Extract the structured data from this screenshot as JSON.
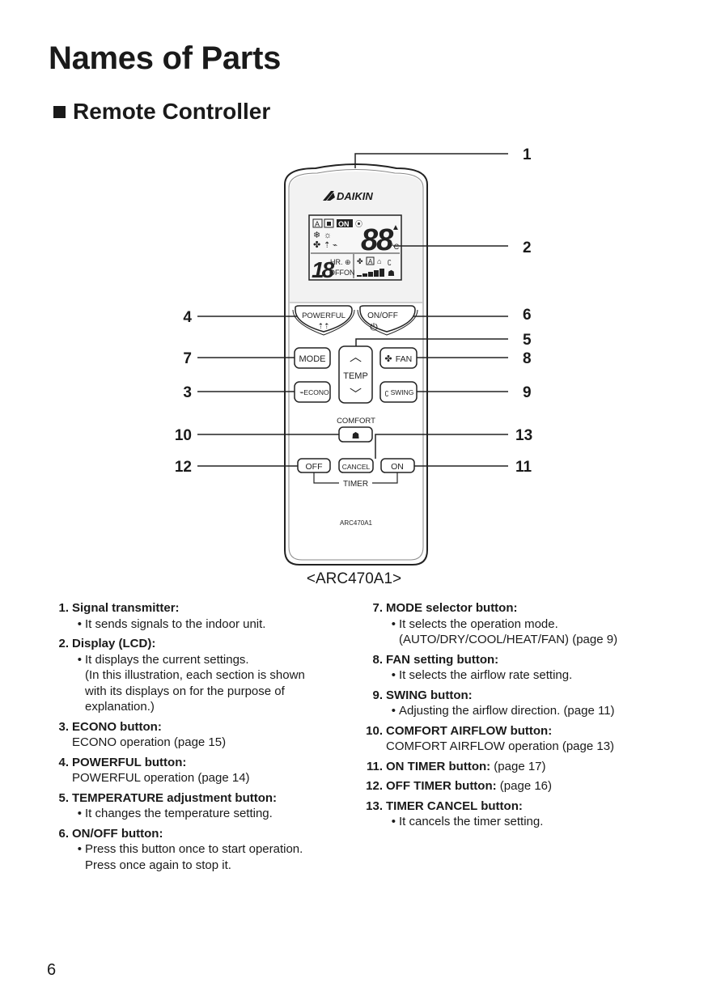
{
  "page_title": "Names of Parts",
  "section_heading": "Remote Controller",
  "brand": "DAIKIN",
  "lcd": {
    "a_box": "A",
    "on_box": "ON",
    "temp_digits": "88",
    "unit": "°C",
    "hr_digits": "18",
    "hr_label": "HR.",
    "off_on": "OFFON",
    "small_a": "A"
  },
  "buttons": {
    "powerful": "POWERFUL",
    "on_off": "ON/OFF",
    "mode": "MODE",
    "temp": "TEMP",
    "fan": "FAN",
    "econo": "ECONO",
    "swing": "SWING",
    "comfort": "COMFORT",
    "timer_off": "OFF",
    "timer_cancel": "CANCEL",
    "timer_on": "ON",
    "timer": "TIMER"
  },
  "model_label": "ARC470A1",
  "callouts": {
    "c1": "1",
    "c2": "2",
    "c3": "3",
    "c4": "4",
    "c5": "5",
    "c6": "6",
    "c7": "7",
    "c8": "8",
    "c9": "9",
    "c10": "10",
    "c11": "11",
    "c12": "12",
    "c13": "13"
  },
  "caption": "<ARC470A1>",
  "parts_left": [
    {
      "num": "1.",
      "title": "Signal transmitter:",
      "bullet": "It sends signals to the indoor unit."
    },
    {
      "num": "2.",
      "title": "Display (LCD):",
      "bullet": "It displays the current settings.\n(In this illustration, each section is shown\nwith its displays on for the purpose of\nexplanation.)"
    },
    {
      "num": "3.",
      "title": "ECONO button:",
      "plain": "ECONO operation (page 15)"
    },
    {
      "num": "4.",
      "title": "POWERFUL button:",
      "plain": "POWERFUL operation (page 14)"
    },
    {
      "num": "5.",
      "title": "TEMPERATURE adjustment button:",
      "bullet": "It changes the temperature setting."
    },
    {
      "num": "6.",
      "title": "ON/OFF button:",
      "bullet": "Press this button once to start operation.\nPress once again to stop it."
    }
  ],
  "parts_right": [
    {
      "num": "7.",
      "title": "MODE selector button:",
      "bullet": "It selects the operation mode.\n(AUTO/DRY/COOL/HEAT/FAN) (page 9)"
    },
    {
      "num": "8.",
      "title": "FAN setting button:",
      "bullet": "It selects the airflow rate setting."
    },
    {
      "num": "9.",
      "title": "SWING button:",
      "bullet": "Adjusting the airflow direction. (page 11)"
    },
    {
      "num": "10.",
      "title": "COMFORT AIRFLOW button:",
      "plain": "COMFORT AIRFLOW operation (page 13)"
    },
    {
      "num": "11.",
      "title": "ON TIMER button:",
      "page": " (page 17)"
    },
    {
      "num": "12.",
      "title": "OFF TIMER button:",
      "page": " (page 16)"
    },
    {
      "num": "13.",
      "title": "TIMER CANCEL button:",
      "bullet": "It cancels the timer setting."
    }
  ],
  "page_number": "6"
}
